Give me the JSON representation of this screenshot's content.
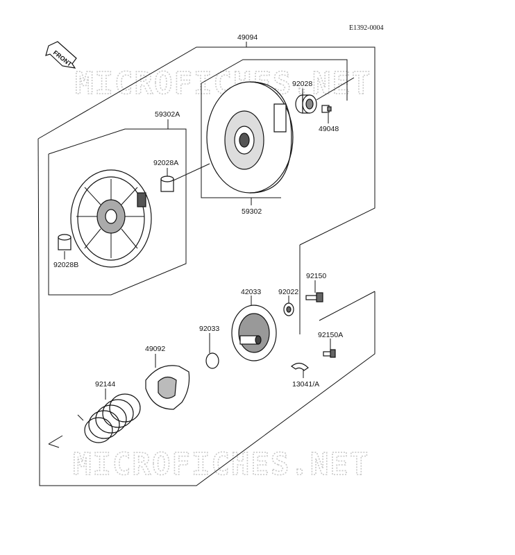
{
  "diagram_code": "E1392-0004",
  "front_label": "FRONT",
  "watermark": "MICROFICHES.NET",
  "parts": {
    "p49094": "49094",
    "p92028": "92028",
    "p49048": "49048",
    "p59302A": "59302A",
    "p92028A": "92028A",
    "p59302": "59302",
    "p92028B": "92028B",
    "p92150": "92150",
    "p42033": "42033",
    "p92022": "92022",
    "p92033": "92033",
    "p92150A": "92150A",
    "p49092": "49092",
    "p13041A": "13041/A",
    "p92144": "92144"
  }
}
